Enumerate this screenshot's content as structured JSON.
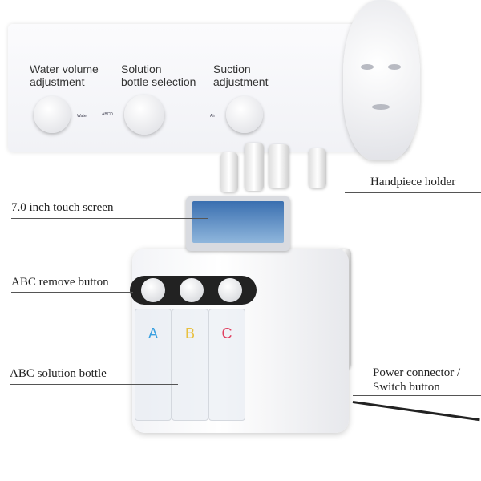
{
  "control_panel": {
    "labels": [
      {
        "line1": "Water volume",
        "line2": "adjustment"
      },
      {
        "line1": "Solution",
        "line2": "bottle selection"
      },
      {
        "line1": "Suction",
        "line2": "adjustment"
      }
    ],
    "knob_text": {
      "water": "Water",
      "air": "Air",
      "abc": "ABCD"
    }
  },
  "annotations": {
    "handpiece_holder": "Handpiece holder",
    "touch_screen": "7.0 inch touch screen",
    "abc_remove_button": "ABC remove button",
    "abc_solution_bottle": "ABC solution bottle",
    "power_connector_line1": "Power connector /",
    "power_connector_line2": "Switch button"
  },
  "bottles": {
    "a": "A",
    "b": "B",
    "c": "C"
  },
  "colors": {
    "bottle_a": "#3aa0e0",
    "bottle_b": "#e8c040",
    "bottle_c": "#e04060",
    "annotation_line": "#555555"
  }
}
